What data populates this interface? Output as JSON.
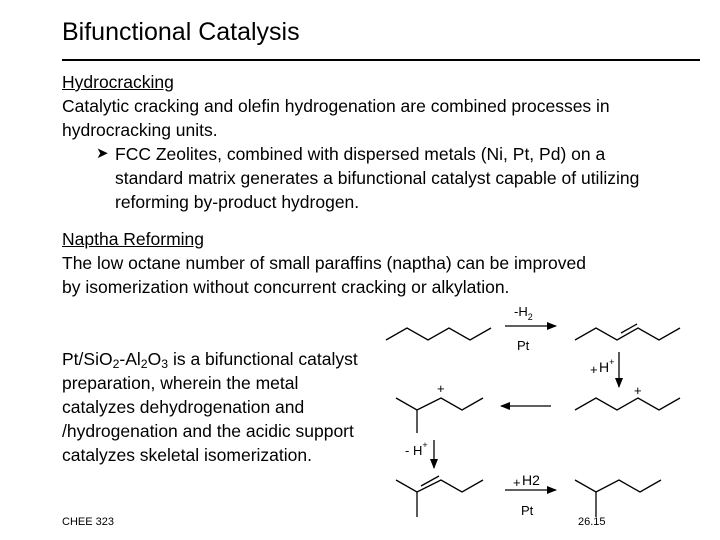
{
  "slide": {
    "title": "Bifunctional Catalysis",
    "hydrocracking": {
      "heading": "Hydrocracking",
      "text": "Catalytic cracking and olefin hydrogenation are combined processes in hydrocracking units.",
      "bullet": "FCC Zeolites,  combined with dispersed metals (Ni, Pt, Pd) on a standard matrix generates a bifunctional catalyst capable of utilizing reforming by-product hydrogen."
    },
    "naptha": {
      "heading": "Naptha Reforming",
      "text": "The low octane number of small paraffins (naptha) can be improved by isomerization without concurrent cracking or alkylation."
    },
    "catalyst": {
      "p1": "Pt/SiO",
      "s1": "2",
      "p2": "-Al",
      "s2": "2",
      "p3": "O",
      "s3": "3",
      "rest": " is a bifunctional catalyst preparation, wherein the metal catalyzes dehydrogenation and /hydrogenation and the acidic support catalyzes skeletal isomerization."
    },
    "scheme": {
      "step1_top": "-H",
      "step1_top_sub": "2",
      "step1_bottom": "Pt",
      "step2_plus": "+",
      "step2_label": "H",
      "step2_sup": "+",
      "cation_plus_right": "+",
      "cation_plus_left": "+",
      "step4_minus": "- H",
      "step4_sup": "+",
      "step5_plus": "+",
      "step5_top": "H2",
      "step5_bottom": "Pt"
    },
    "footer": {
      "course": "CHEE 323",
      "page": "26.15"
    }
  }
}
